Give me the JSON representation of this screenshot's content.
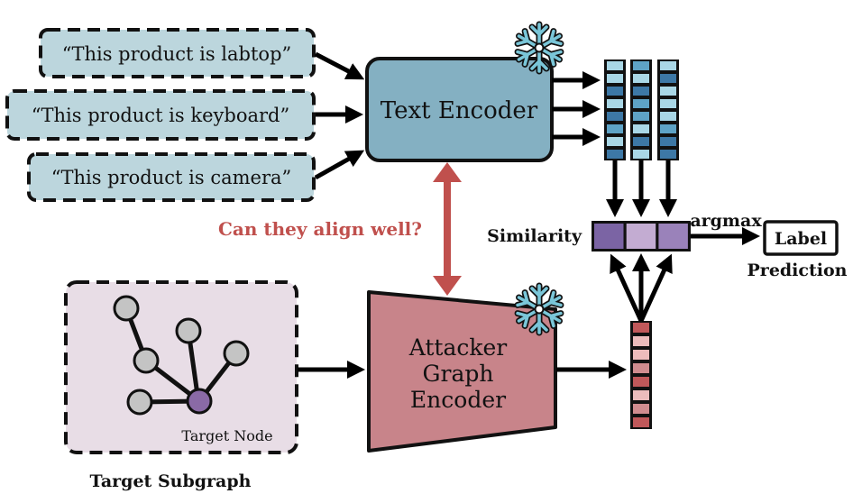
{
  "prompts": [
    {
      "text": "“This product is labtop”"
    },
    {
      "text": "“This product is keyboard”"
    },
    {
      "text": "“This product is camera”"
    }
  ],
  "text_encoder": {
    "label": "Text Encoder",
    "frozen": true,
    "icon": "snowflake-icon"
  },
  "graph_encoder": {
    "line1": "Attacker",
    "line2": "Graph",
    "line3": "Encoder",
    "frozen": true,
    "icon": "snowflake-icon"
  },
  "alignment_question": "Can they align well?",
  "similarity": {
    "label": "Similarity",
    "cells": 3
  },
  "argmax_label": "argmax",
  "label_box": "Label",
  "prediction_label": "Prediction",
  "subgraph": {
    "caption": "Target Subgraph",
    "target_node_label": "Target Node"
  },
  "text_embeddings": [
    [
      "light",
      "light",
      "dark",
      "light",
      "dark",
      "mid",
      "light",
      "dark"
    ],
    [
      "mid",
      "light",
      "dark",
      "mid",
      "mid",
      "light",
      "dark",
      "light"
    ],
    [
      "light",
      "dark",
      "light",
      "light",
      "light",
      "mid",
      "dark",
      "dark"
    ]
  ],
  "graph_embedding": [
    "dark",
    "light",
    "light",
    "mid",
    "dark",
    "light",
    "mid",
    "dark"
  ],
  "similarity_shades": [
    "dark",
    "light",
    "mid"
  ],
  "colors": {
    "prompt_fill": "#bcd6dd",
    "text_encoder_fill": "#84b0c2",
    "graph_encoder_fill": "#c8848a",
    "subgraph_fill": "#e8dde6",
    "question_red": "#c0504d",
    "node_gray": "#c4c4c4",
    "target_node": "#8a6aa6",
    "snowflake": "#7ac6d8",
    "blue_light": "#a9d7e6",
    "blue_mid": "#5ea3c6",
    "blue_dark": "#3d78a6",
    "red_light": "#ecbcbc",
    "red_mid": "#d08c8f",
    "red_dark": "#c0585a",
    "purple_dark": "#7b64a4",
    "purple_light": "#c3acd2",
    "purple_mid": "#9a82ba"
  }
}
